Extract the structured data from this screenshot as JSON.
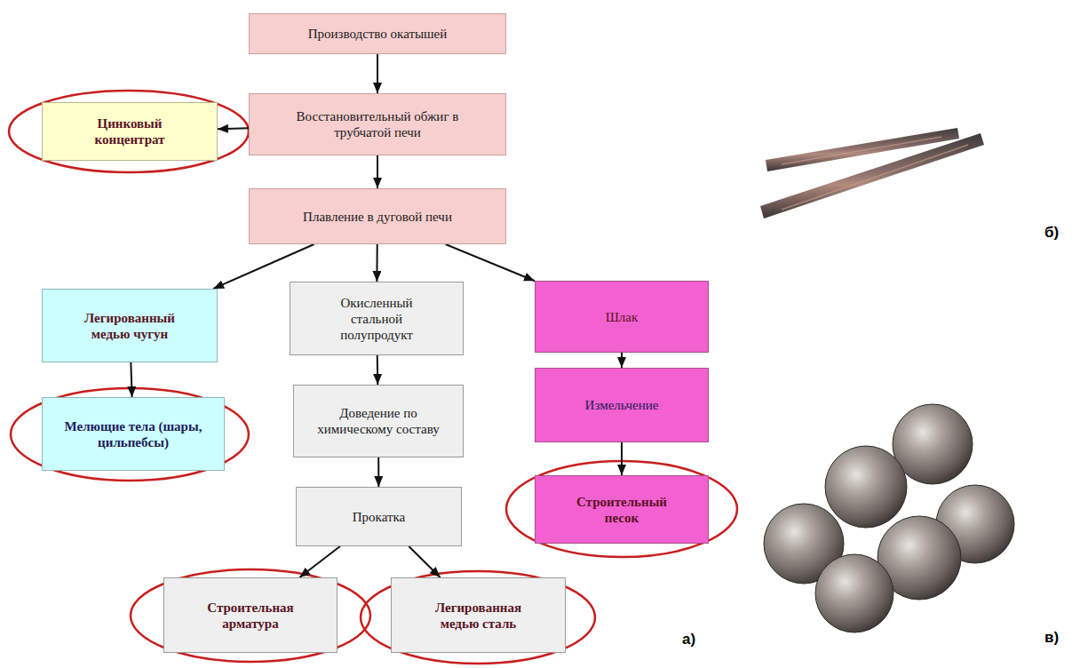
{
  "diagram": {
    "nodes": [
      {
        "text": [
          "Производство окатышей"
        ]
      },
      {
        "text": [
          "Цинковый концентрат"
        ]
      },
      {
        "text": [
          "Восстановительный обжиг в трубчатой печи"
        ]
      },
      {
        "text": [
          "Плавление в дуговой печи"
        ]
      },
      {
        "text": [
          "Легированный медью чугун"
        ]
      },
      {
        "text": [
          "Окисленный стальной полупродукт"
        ]
      },
      {
        "text": [
          "Шлак"
        ]
      },
      {
        "text": [
          "Доведение по химическому составу"
        ]
      },
      {
        "text": [
          "Измельчение"
        ]
      },
      {
        "text": [
          "Мелющие тела (шары, цильпебсы)"
        ]
      },
      {
        "text": [
          "Прокатка"
        ]
      },
      {
        "text": [
          "Строительный песок"
        ]
      },
      {
        "text": [
          "Строительная арматура"
        ]
      },
      {
        "text": [
          "Легированная медью сталь"
        ]
      }
    ],
    "edges": [
      {
        "from": 0,
        "to": 2,
        "arrow": "to"
      },
      {
        "from": 2,
        "to": 1,
        "arrow": "to"
      },
      {
        "from": 2,
        "to": 3,
        "arrow": "to"
      },
      {
        "from": 3,
        "to": 4,
        "arrow": "to"
      },
      {
        "from": 3,
        "to": 5,
        "arrow": "to"
      },
      {
        "from": 3,
        "to": 6,
        "arrow": "to"
      },
      {
        "from": 4,
        "to": 9,
        "arrow": "to"
      },
      {
        "from": 5,
        "to": 7,
        "arrow": "to"
      },
      {
        "from": 7,
        "to": 10,
        "arrow": "to"
      },
      {
        "from": 6,
        "to": 8,
        "arrow": "to"
      },
      {
        "from": 8,
        "to": 11,
        "arrow": "to"
      },
      {
        "from": 10,
        "to": 12,
        "arrow": "to"
      },
      {
        "from": 10,
        "to": 13,
        "arrow": "to"
      }
    ],
    "labels": [
      "а)",
      "б)",
      "в)"
    ]
  }
}
